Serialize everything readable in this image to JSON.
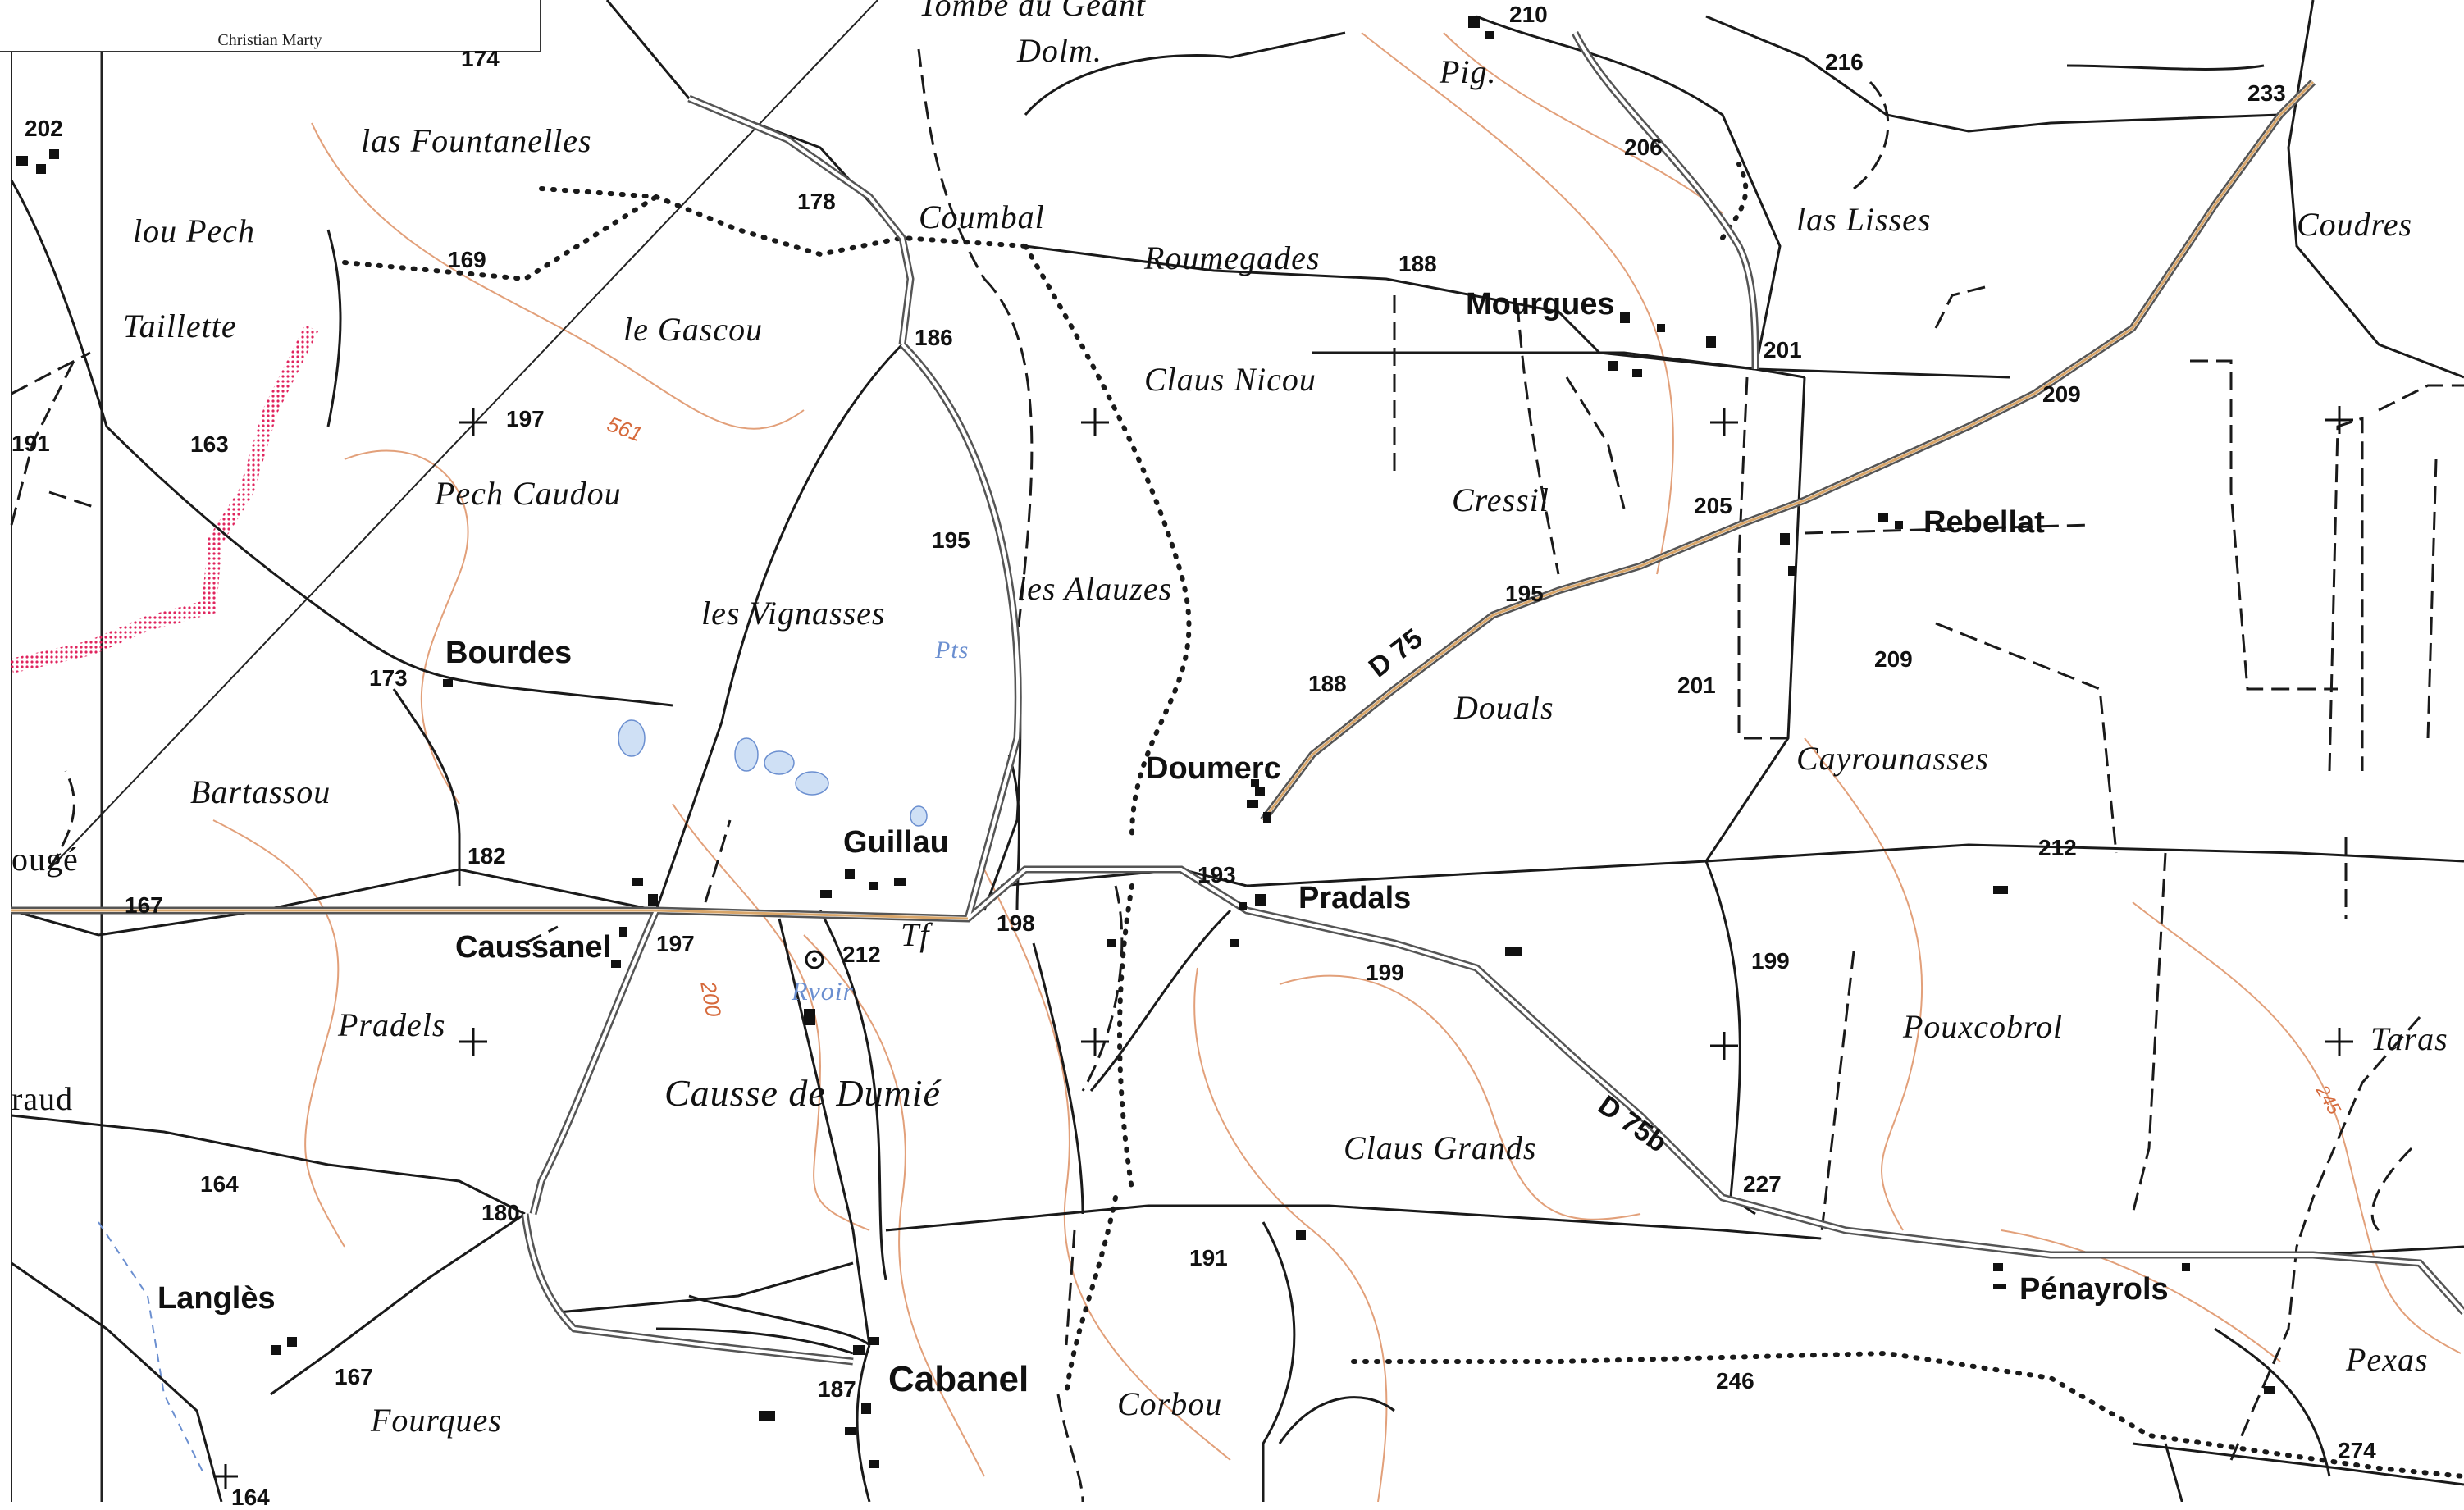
{
  "credit": "Christian Marty",
  "places": {
    "dolm": "Dolm.",
    "tombe": "Tombe du Géant",
    "fountanelles": "las Fountanelles",
    "lou_pech": "lou Pech",
    "taillette": "Taillette",
    "gascou": "le Gascou",
    "pech_caudou": "Pech Caudou",
    "coumbal": "Coumbal",
    "roumegades": "Roumegades",
    "pig": "Pig.",
    "las_lisses": "las Lisses",
    "coudres": "Coudres",
    "claus_nicou": "Claus Nicou",
    "cressil": "Cressil",
    "les_vignasses": "les Vignasses",
    "les_alauzes": "les Alauzes",
    "pts": "Pts",
    "bartassou": "Bartassou",
    "douals": "Douals",
    "cayrounasses": "Cayrounasses",
    "pradels": "Pradels",
    "causse_de_dumie": "Causse de Dumié",
    "rvoir": "Rvoir",
    "tf": "Tf",
    "claus_grands": "Claus Grands",
    "pouxcobrol": "Pouxcobrol",
    "taras": "Taras",
    "fourques": "Fourques",
    "corbou": "Corbou",
    "pexas": "Pexas",
    "ouge": "ougé",
    "raud": "raud"
  },
  "hamlets": {
    "bourdes": "Bourdes",
    "guillau": "Guillau",
    "doumerc": "Doumerc",
    "pradals": "Pradals",
    "caussanel": "Caussanel",
    "mourgues": "Mourgues",
    "rebellat": "Rebellat",
    "langles": "Langlès",
    "cabanel": "Cabanel",
    "penayrols": "Pénayrols"
  },
  "roads": {
    "d75": "D 75",
    "d75b": "D 75b"
  },
  "elevations": {
    "e174": "174",
    "e202": "202",
    "e210": "210",
    "e216": "216",
    "e233": "233",
    "e178": "178",
    "e169": "169",
    "e206": "206",
    "e188a": "188",
    "e186": "186",
    "e201a": "201",
    "e209a": "209",
    "e191a": "191",
    "e163": "163",
    "e197a": "197",
    "e205": "205",
    "e195a": "195",
    "e195b": "195",
    "e173": "173",
    "e188b": "188",
    "e209b": "209",
    "e201b": "201",
    "e182": "182",
    "e193": "193",
    "e212a": "212",
    "e167a": "167",
    "e197b": "197",
    "e212b": "212",
    "e198": "198",
    "e199a": "199",
    "e199b": "199",
    "e164a": "164",
    "e180": "180",
    "e227": "227",
    "e191b": "191",
    "e167b": "167",
    "e187": "187",
    "e246": "246",
    "e274": "274",
    "e164b": "164"
  },
  "contours": {
    "c561": "561",
    "c200": "200",
    "c245": "245"
  },
  "colors": {
    "road": "#1a1a1a",
    "road_casing": "#9a9a9a",
    "departmental": "#d9a66a",
    "contour": "#e2a07a",
    "hydro": "#6b8fd0",
    "boundary": "#e0245e"
  }
}
